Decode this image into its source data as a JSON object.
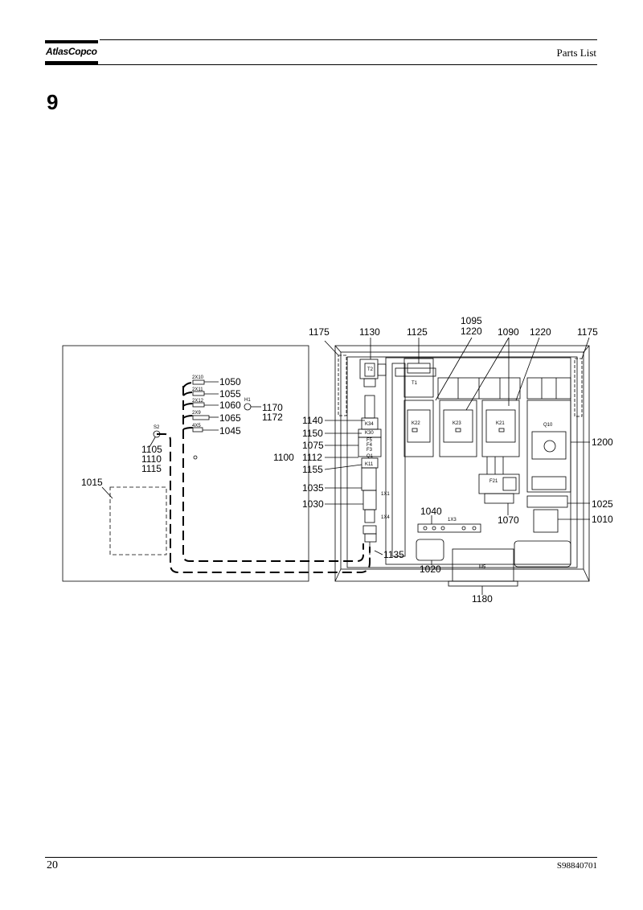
{
  "header": {
    "brand": "AtlasCopco",
    "title": "Parts List"
  },
  "section_number": "9",
  "footer": {
    "page_number": "20",
    "doc_number": "S98840701"
  },
  "callouts": {
    "c1175a": "1175",
    "c1130": "1130",
    "c1125": "1125",
    "c1095": "1095",
    "c1220a": "1220",
    "c1090": "1090",
    "c1220b": "1220",
    "c1175b": "1175",
    "c1050": "1050",
    "c1055": "1055",
    "c1060": "1060",
    "c1065": "1065",
    "c1045": "1045",
    "c1170": "1170",
    "c1172": "1172",
    "c1105": "1105",
    "c1110": "1110",
    "c1115": "1115",
    "c1015": "1015",
    "c1140": "1140",
    "c1150": "1150",
    "c1075": "1075",
    "c1100": "1100",
    "c1112": "1112",
    "c1155": "1155",
    "c1035": "1035",
    "c1030": "1030",
    "c1200": "1200",
    "c1025": "1025",
    "c1010": "1010",
    "c1040": "1040",
    "c1070": "1070",
    "c1135": "1135",
    "c1020": "1020",
    "c1180": "1180"
  },
  "component_labels": {
    "x10": "2X10",
    "x11": "2X11",
    "x12": "2X12",
    "x9": "2X9",
    "x5": "4X5",
    "h1": "H1",
    "s2": "S2",
    "t2": "T2",
    "t1": "T1",
    "k22": "K22",
    "k23": "K23",
    "k21": "K21",
    "q10": "Q10",
    "k34": "K34",
    "k30": "K30",
    "f5": "F5",
    "f4": "F4",
    "f3": "F3",
    "q1": "Q1",
    "k11": "K11",
    "x1": "1X1",
    "x4": "1X4",
    "x3": "1X3",
    "f21": "F21",
    "m5": "M5"
  }
}
